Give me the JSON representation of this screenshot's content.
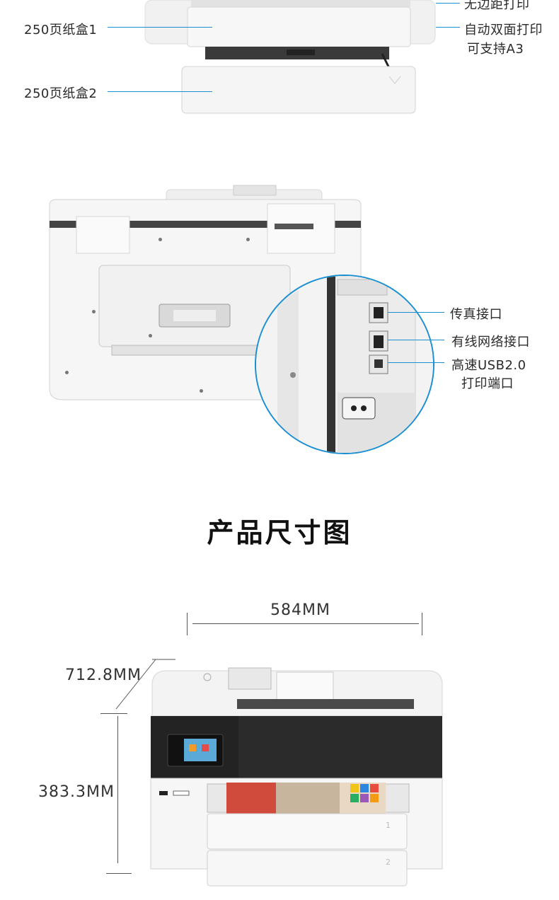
{
  "top_section": {
    "left_labels": [
      "250页纸盒1",
      "250页纸盒2"
    ],
    "right_labels": [
      "无边距打印",
      "自动双面打印",
      "可支持A3"
    ]
  },
  "rear_section": {
    "port_labels": [
      "传真接口",
      "有线网络接口",
      "高速USB2.0",
      "打印端口"
    ]
  },
  "dimensions_section": {
    "title": "产品尺寸图",
    "width": "584MM",
    "depth": "712.8MM",
    "height": "383.3MM"
  },
  "colors": {
    "accent_line": "#1a8fd1",
    "printer_body": "#f4f4f4",
    "printer_dark_panel": "#2b2b2b"
  },
  "icons": {
    "hp_logo": "hp-logo-icon",
    "power_socket": "power-socket-icon",
    "ethernet_port": "ethernet-port-icon",
    "usb_port": "usb-port-icon",
    "fax_port": "fax-port-icon"
  }
}
